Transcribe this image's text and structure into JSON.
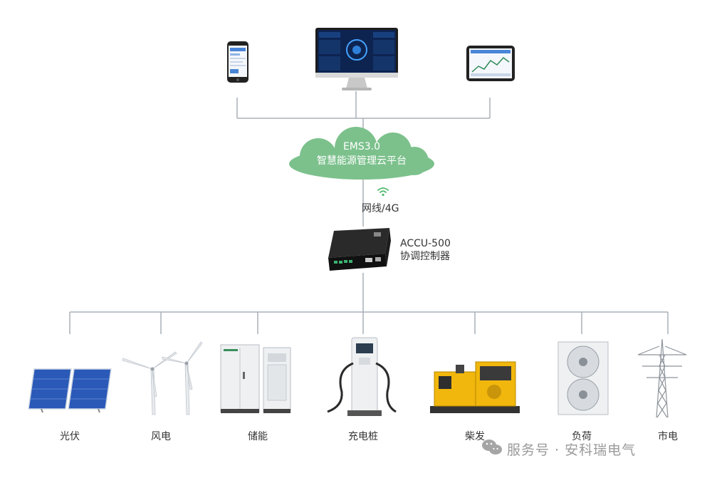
{
  "cloud": {
    "line1": "EMS3.0",
    "line2": "智慧能源管理云平台"
  },
  "link": {
    "label": "网线/4G"
  },
  "controller": {
    "model": "ACCU-500",
    "name": "协调控制器"
  },
  "devices": [
    "光伏",
    "风电",
    "储能",
    "充电桩",
    "柴发",
    "负荷",
    "市电"
  ],
  "watermark": {
    "text": "服务号 · 安科瑞电气"
  },
  "colors": {
    "line": "#a8b0b8",
    "cloud": "#7cc18c",
    "wifi": "#4db86c"
  },
  "icons": [
    "phone-icon",
    "desktop-monitor-icon",
    "tablet-icon",
    "wifi-icon",
    "controller-device-icon",
    "solar-panel-icon",
    "wind-turbine-icon",
    "battery-cabinet-icon",
    "ev-charger-icon",
    "diesel-generator-icon",
    "outdoor-ac-unit-icon",
    "power-tower-icon",
    "wechat-icon"
  ]
}
